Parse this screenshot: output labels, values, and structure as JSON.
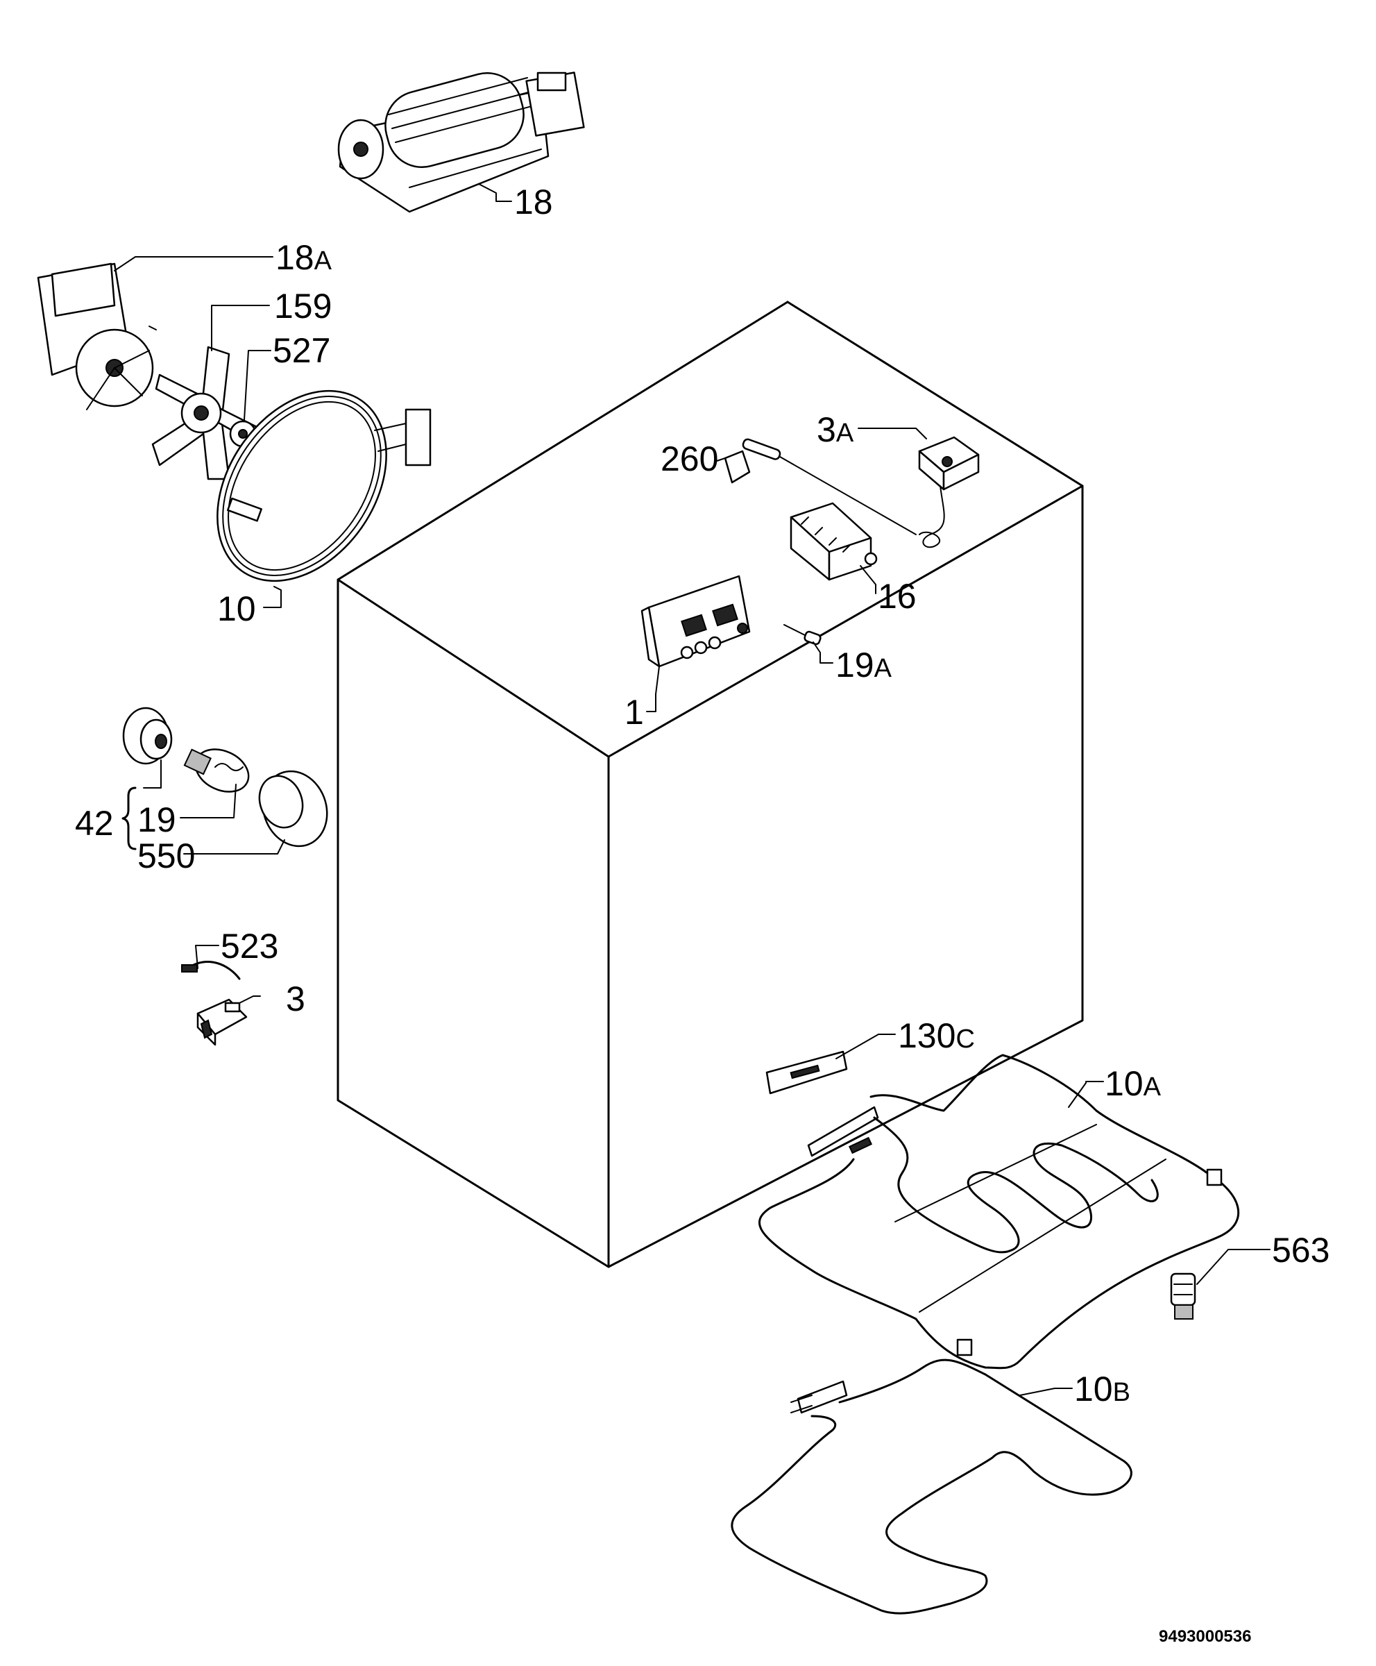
{
  "callouts": {
    "c18": {
      "main": "18",
      "suffix": ""
    },
    "c18a": {
      "main": "18",
      "suffix": "A"
    },
    "c159": {
      "main": "159",
      "suffix": ""
    },
    "c527": {
      "main": "527",
      "suffix": ""
    },
    "c10": {
      "main": "10",
      "suffix": ""
    },
    "c3a": {
      "main": "3",
      "suffix": "A"
    },
    "c260": {
      "main": "260",
      "suffix": ""
    },
    "c16": {
      "main": "16",
      "suffix": ""
    },
    "c19a": {
      "main": "19",
      "suffix": "A"
    },
    "c1": {
      "main": "1",
      "suffix": ""
    },
    "c42": {
      "main": "42",
      "suffix": ""
    },
    "c19": {
      "main": "19",
      "suffix": ""
    },
    "c550": {
      "main": "550",
      "suffix": ""
    },
    "c523": {
      "main": "523",
      "suffix": ""
    },
    "c3": {
      "main": "3",
      "suffix": ""
    },
    "c130c": {
      "main": "130",
      "suffix": "C"
    },
    "c10a": {
      "main": "10",
      "suffix": "A"
    },
    "c563": {
      "main": "563",
      "suffix": ""
    },
    "c10b": {
      "main": "10",
      "suffix": "B"
    }
  },
  "document_number": "9493000536"
}
